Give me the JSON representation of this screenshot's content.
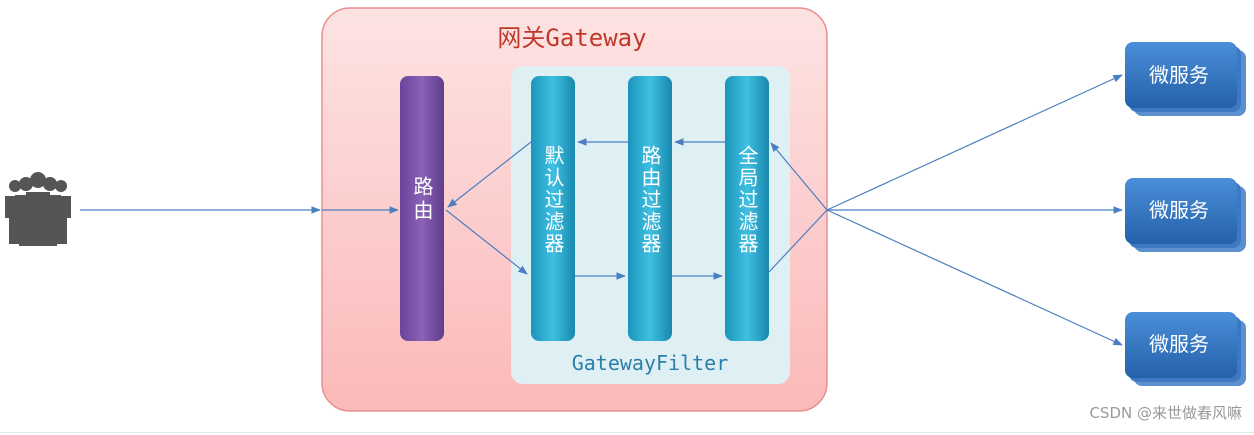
{
  "gateway": {
    "title": "网关Gateway"
  },
  "route": {
    "label": "路由"
  },
  "filters": {
    "group_label": "GatewayFilter",
    "items": [
      {
        "label": "默认过滤器"
      },
      {
        "label": "路由过滤器"
      },
      {
        "label": "全局过滤器"
      }
    ]
  },
  "services": [
    {
      "label": "微服务"
    },
    {
      "label": "微服务"
    },
    {
      "label": "微服务"
    }
  ],
  "users": {
    "icon": "users-group-icon"
  },
  "watermark": "CSDN @来世做春风嘛",
  "colors": {
    "gateway_fill": "#fdd6d6",
    "gateway_border": "#e98f8f",
    "gateway_title": "#c0392b",
    "filter_panel": "#dff0f5",
    "route_bar": "#7b55a6",
    "filter_bar": "#2aa9cf",
    "service_box": "#2f6fbe",
    "arrow": "#4a7fc1"
  }
}
